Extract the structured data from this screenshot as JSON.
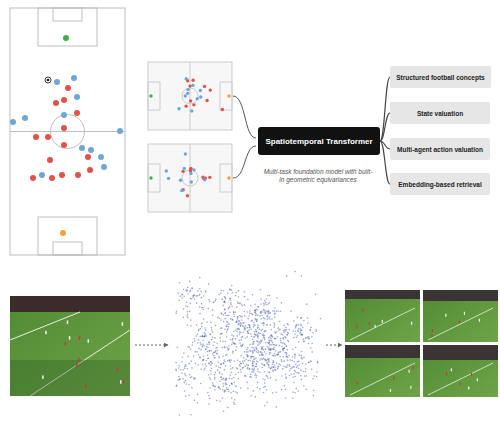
{
  "diagram": {
    "nodes": [
      {
        "text": [
          "Spatiotemporal Transformer"
        ]
      },
      {
        "text": [
          "Structured football concepts"
        ]
      },
      {
        "text": [
          "State valuation"
        ]
      },
      {
        "text": [
          "Multi-agent action valuation"
        ]
      },
      {
        "text": [
          "Embedding-based retrieval"
        ]
      }
    ],
    "edges": [
      {
        "from": 0,
        "to": 1,
        "arrow": "none"
      },
      {
        "from": 0,
        "to": 2,
        "arrow": "none"
      },
      {
        "from": 0,
        "to": 3,
        "arrow": "none"
      },
      {
        "from": 0,
        "to": 4,
        "arrow": "none"
      }
    ],
    "labels": [
      "Multi-task foundation model with built-in geometric equivariances"
    ]
  }
}
